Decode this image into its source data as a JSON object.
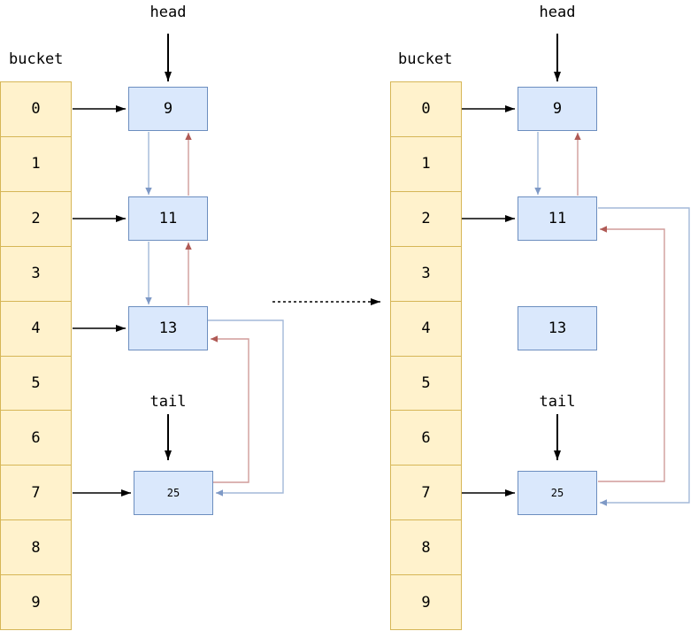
{
  "colors": {
    "bucket_fill": "#FFF2CC",
    "bucket_border": "#D6B656",
    "node_fill": "#DAE8FC",
    "node_border": "#6C8EBF",
    "next_link": "#A3B8D9",
    "next_link_head": "#7E99C6",
    "prev_link": "#D09C9A",
    "prev_link_head": "#B05A55",
    "pointer": "#000000"
  },
  "diagrams": [
    {
      "id": "before",
      "bucket_label": "bucket",
      "head_label": "head",
      "tail_label": "tail",
      "buckets": [
        "0",
        "1",
        "2",
        "3",
        "4",
        "5",
        "6",
        "7",
        "8",
        "9"
      ],
      "nodes": [
        {
          "value": "9",
          "bucket": "0"
        },
        {
          "value": "11",
          "bucket": "2"
        },
        {
          "value": "13",
          "bucket": "4"
        },
        {
          "value": "25",
          "bucket": "7"
        }
      ],
      "head_points_to": "9",
      "tail_points_to": "25",
      "next_links": [
        "9→11",
        "11→13",
        "13→25"
      ],
      "prev_links": [
        "11→9",
        "13→11",
        "25→13"
      ]
    },
    {
      "id": "after",
      "bucket_label": "bucket",
      "head_label": "head",
      "tail_label": "tail",
      "buckets": [
        "0",
        "1",
        "2",
        "3",
        "4",
        "5",
        "6",
        "7",
        "8",
        "9"
      ],
      "nodes": [
        {
          "value": "9",
          "bucket": "0"
        },
        {
          "value": "11",
          "bucket": "2"
        },
        {
          "value": "13",
          "bucket": null
        },
        {
          "value": "25",
          "bucket": "7"
        }
      ],
      "head_points_to": "9",
      "tail_points_to": "25",
      "next_links": [
        "9→11",
        "11→25"
      ],
      "prev_links": [
        "11→9",
        "25→11"
      ]
    }
  ]
}
